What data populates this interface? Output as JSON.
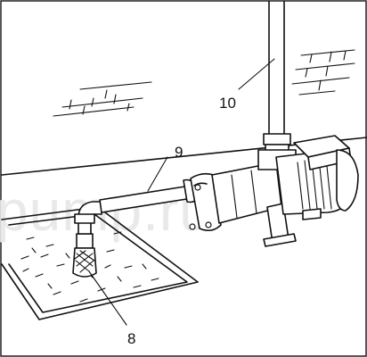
{
  "callouts": {
    "pipe_vertical": "10",
    "pipe_suction": "9",
    "strainer": "8"
  },
  "watermark": "pump.ru",
  "colors": {
    "line": "#111111",
    "background": "#ffffff",
    "watermark": "#e9e9e9"
  }
}
